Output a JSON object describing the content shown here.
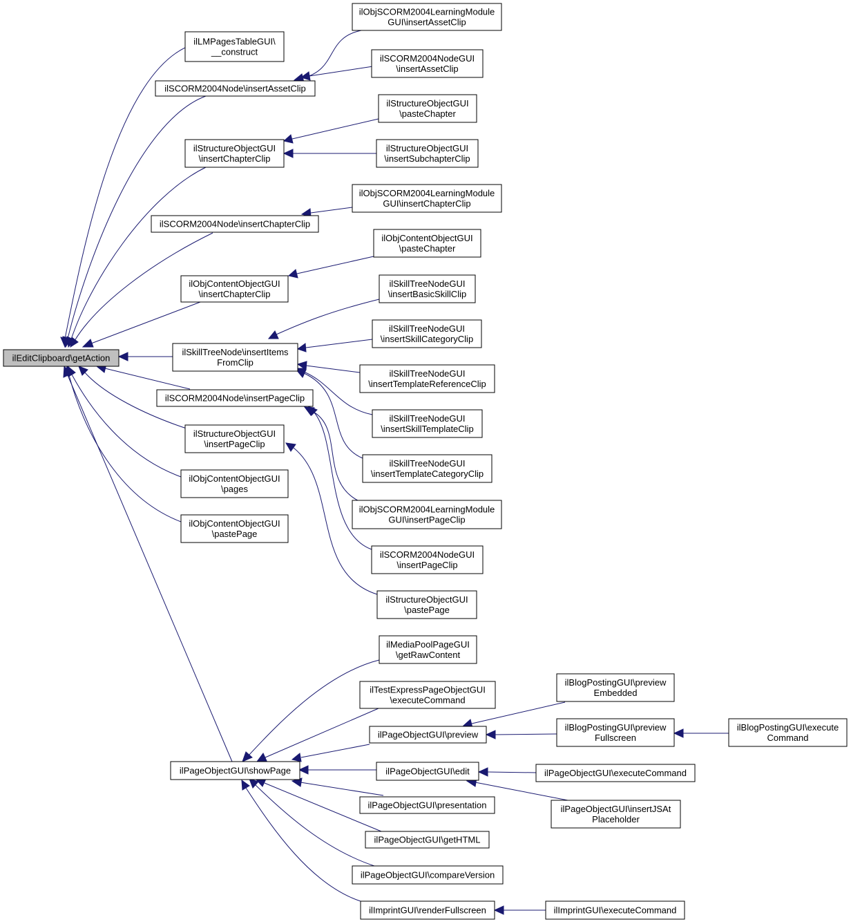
{
  "colors": {
    "edge": "#191970",
    "root_fill": "#bfbfbf",
    "node_fill": "#ffffff",
    "node_border": "#000000"
  },
  "nodes": {
    "n0": {
      "lines": [
        "ilEditClipboard\\getAction"
      ],
      "root": true
    },
    "n1": {
      "lines": [
        "ilLMPagesTableGUI\\",
        "__construct"
      ]
    },
    "n2": {
      "lines": [
        "ilSCORM2004Node\\insertAssetClip"
      ]
    },
    "n3": {
      "lines": [
        "ilStructureObjectGUI",
        "\\insertChapterClip"
      ]
    },
    "n4": {
      "lines": [
        "ilSCORM2004Node\\insertChapterClip"
      ]
    },
    "n5": {
      "lines": [
        "ilObjContentObjectGUI",
        "\\insertChapterClip"
      ]
    },
    "n6": {
      "lines": [
        "ilSkillTreeNode\\insertItems",
        "FromClip"
      ]
    },
    "n7": {
      "lines": [
        "ilSCORM2004Node\\insertPageClip"
      ]
    },
    "n8": {
      "lines": [
        "ilStructureObjectGUI",
        "\\insertPageClip"
      ]
    },
    "n9": {
      "lines": [
        "ilObjContentObjectGUI",
        "\\pages"
      ]
    },
    "n10": {
      "lines": [
        "ilObjContentObjectGUI",
        "\\pastePage"
      ]
    },
    "n11": {
      "lines": [
        "ilPageObjectGUI\\showPage"
      ]
    },
    "n12": {
      "lines": [
        "ilObjSCORM2004LearningModule",
        "GUI\\insertAssetClip"
      ]
    },
    "n13": {
      "lines": [
        "ilSCORM2004NodeGUI",
        "\\insertAssetClip"
      ]
    },
    "n14": {
      "lines": [
        "ilStructureObjectGUI",
        "\\pasteChapter"
      ]
    },
    "n15": {
      "lines": [
        "ilStructureObjectGUI",
        "\\insertSubchapterClip"
      ]
    },
    "n16": {
      "lines": [
        "ilObjSCORM2004LearningModule",
        "GUI\\insertChapterClip"
      ]
    },
    "n17": {
      "lines": [
        "ilObjContentObjectGUI",
        "\\pasteChapter"
      ]
    },
    "n18": {
      "lines": [
        "ilSkillTreeNodeGUI",
        "\\insertBasicSkillClip"
      ]
    },
    "n19": {
      "lines": [
        "ilSkillTreeNodeGUI",
        "\\insertSkillCategoryClip"
      ]
    },
    "n20": {
      "lines": [
        "ilSkillTreeNodeGUI",
        "\\insertTemplateReferenceClip"
      ]
    },
    "n21": {
      "lines": [
        "ilSkillTreeNodeGUI",
        "\\insertSkillTemplateClip"
      ]
    },
    "n22": {
      "lines": [
        "ilSkillTreeNodeGUI",
        "\\insertTemplateCategoryClip"
      ]
    },
    "n23": {
      "lines": [
        "ilObjSCORM2004LearningModule",
        "GUI\\insertPageClip"
      ]
    },
    "n24": {
      "lines": [
        "ilSCORM2004NodeGUI",
        "\\insertPageClip"
      ]
    },
    "n25": {
      "lines": [
        "ilStructureObjectGUI",
        "\\pastePage"
      ]
    },
    "n26": {
      "lines": [
        "ilMediaPoolPageGUI",
        "\\getRawContent"
      ]
    },
    "n27": {
      "lines": [
        "ilTestExpressPageObjectGUI",
        "\\executeCommand"
      ]
    },
    "n28": {
      "lines": [
        "ilPageObjectGUI\\preview"
      ]
    },
    "n29": {
      "lines": [
        "ilPageObjectGUI\\edit"
      ]
    },
    "n30": {
      "lines": [
        "ilPageObjectGUI\\presentation"
      ]
    },
    "n31": {
      "lines": [
        "ilPageObjectGUI\\getHTML"
      ]
    },
    "n32": {
      "lines": [
        "ilPageObjectGUI\\compareVersion"
      ]
    },
    "n33": {
      "lines": [
        "ilImprintGUI\\renderFullscreen"
      ]
    },
    "n34": {
      "lines": [
        "ilBlogPostingGUI\\preview",
        "Embedded"
      ]
    },
    "n35": {
      "lines": [
        "ilBlogPostingGUI\\preview",
        "Fullscreen"
      ]
    },
    "n36": {
      "lines": [
        "ilBlogPostingGUI\\execute",
        "Command"
      ]
    },
    "n37": {
      "lines": [
        "ilPageObjectGUI\\executeCommand"
      ]
    },
    "n38": {
      "lines": [
        "ilPageObjectGUI\\insertJSAt",
        "Placeholder"
      ]
    },
    "n39": {
      "lines": [
        "ilImprintGUI\\executeCommand"
      ]
    }
  }
}
